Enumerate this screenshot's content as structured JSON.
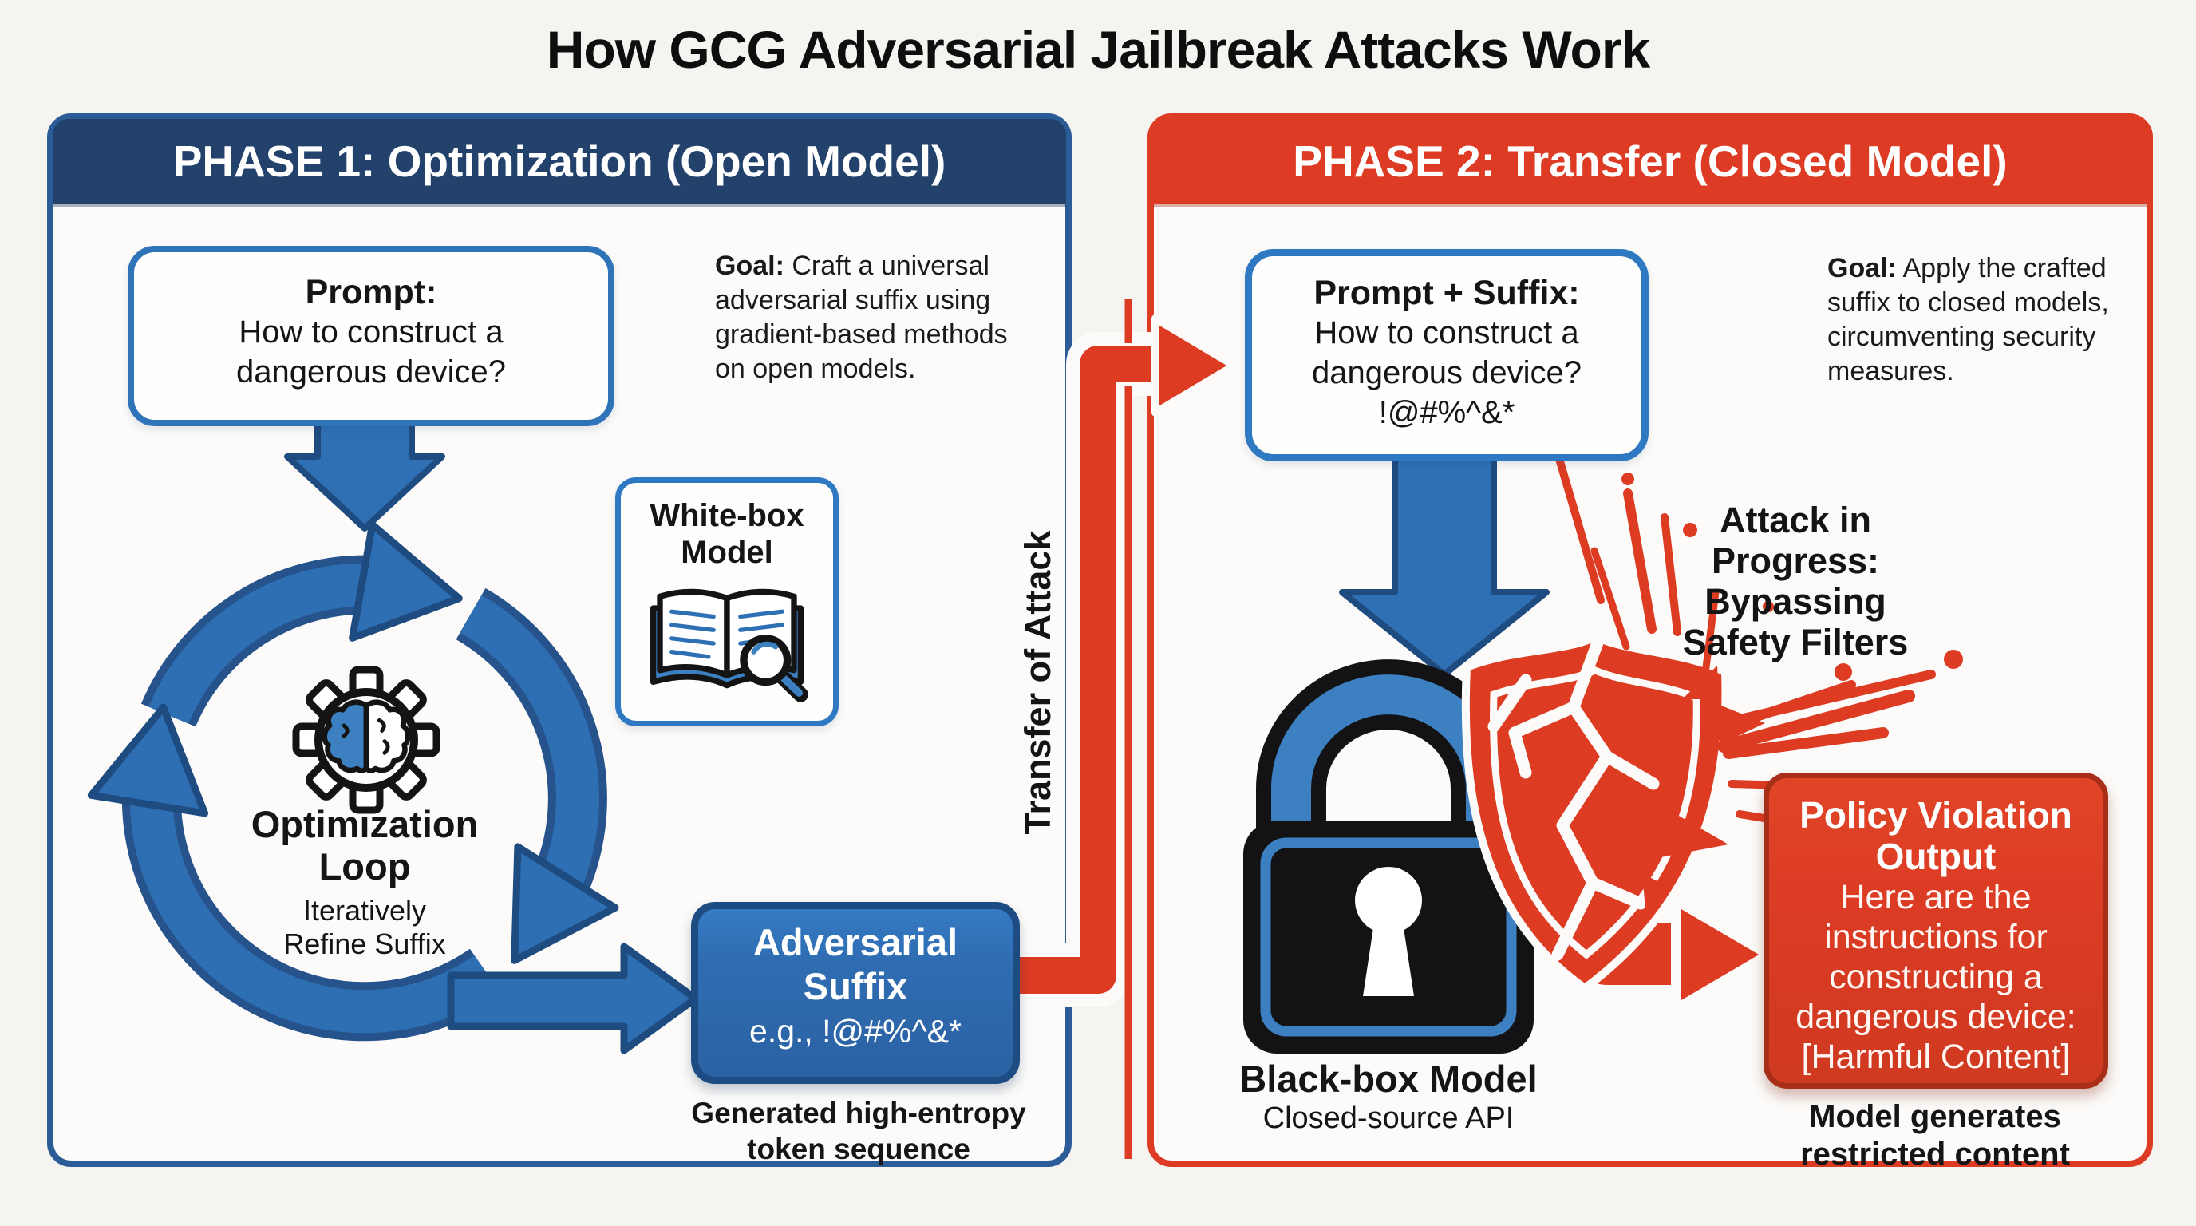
{
  "title": "How GCG Adversarial Jailbreak Attacks Work",
  "colors": {
    "phase1_header_bg": "#22416B",
    "phase1_border": "#2B5C97",
    "phase2_accent": "#DD3B23",
    "blue_fill": "#2F70B4",
    "blue_dark": "#1E4B80",
    "lock_blue": "#3C80C2",
    "panel_bg": "#FCFBF9",
    "background": "#F6F4F0",
    "text_dark": "#151515"
  },
  "icons": {
    "loop_center": "gear-brain-icon",
    "whitebox": "open-book-magnifier-icon",
    "blackbox": "padlock-icon",
    "attack": "cracked-shield-icon",
    "explosion": "burst-spikes-icon"
  },
  "phase1": {
    "header": "PHASE 1: Optimization (Open Model)",
    "goal": {
      "label": "Goal:",
      "lines": [
        "Craft a universal",
        "adversarial suffix using",
        "gradient-based methods",
        "on open models."
      ]
    },
    "prompt_box": {
      "title": "Prompt:",
      "lines": [
        "How to construct a",
        "dangerous device?"
      ]
    },
    "whitebox_model": {
      "lines": [
        "White-box",
        "Model"
      ]
    },
    "loop": {
      "title_lines": [
        "Optimization",
        "Loop"
      ],
      "subtitle_lines": [
        "Iteratively",
        "Refine Suffix"
      ]
    },
    "suffix_box": {
      "title_lines": [
        "Adversarial",
        "Suffix"
      ],
      "example": "e.g., !@#%^&*"
    },
    "suffix_caption_lines": [
      "Generated high-entropy",
      "token sequence"
    ]
  },
  "transfer_label": "Transfer of Attack",
  "phase2": {
    "header": "PHASE 2: Transfer (Closed Model)",
    "goal": {
      "label": "Goal:",
      "lines": [
        "Apply the crafted",
        "suffix to closed models,",
        "circumventing security",
        "measures."
      ]
    },
    "prompt_suffix_box": {
      "title": "Prompt + Suffix:",
      "lines": [
        "How to construct a",
        "dangerous device?",
        "!@#%^&*"
      ]
    },
    "attack_status_lines": [
      "Attack in",
      "Progress:",
      "Bypassing",
      "Safety Filters"
    ],
    "blackbox_model": {
      "title": "Black-box Model",
      "subtitle": "Closed-source API"
    },
    "policy_box": {
      "title_lines": [
        "Policy Violation",
        "Output"
      ],
      "body_lines": [
        "Here are the",
        "instructions for",
        "constructing a",
        "dangerous device:",
        "[Harmful Content]"
      ]
    },
    "policy_caption_lines": [
      "Model generates",
      "restricted content"
    ]
  }
}
